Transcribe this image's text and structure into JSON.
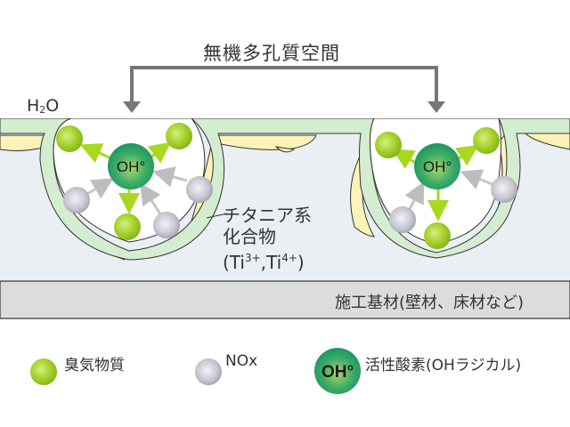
{
  "title": "無機多孔質空間",
  "h2o": {
    "main": "H",
    "sub": "2",
    "tail": "O"
  },
  "titania": {
    "line1": "チタニア系",
    "line2": "化合物",
    "line3_pre": "(Ti",
    "sup1": "3+",
    "mid": ",Ti",
    "sup2": "4+",
    "end": ")"
  },
  "substrate": "施工基材(壁材、床材など)",
  "radical_label": "OH°",
  "legend": [
    {
      "name": "odor",
      "label": "臭気物質"
    },
    {
      "name": "nox",
      "label": "NOx"
    },
    {
      "name": "radical",
      "symbol": "OH°",
      "label": "活性酸素(OHラジカル)"
    }
  ],
  "colors": {
    "coating": "#d4ecd0",
    "titania": "#fbf3b8",
    "base": "#e9eff2",
    "substrate": "#dcdcdc",
    "odor": "#9acd32",
    "nox": "#c8c8d4",
    "radical": "#2ea36a",
    "arrow_green": "#a8d820",
    "arrow_gray": "#bdbdbd"
  }
}
